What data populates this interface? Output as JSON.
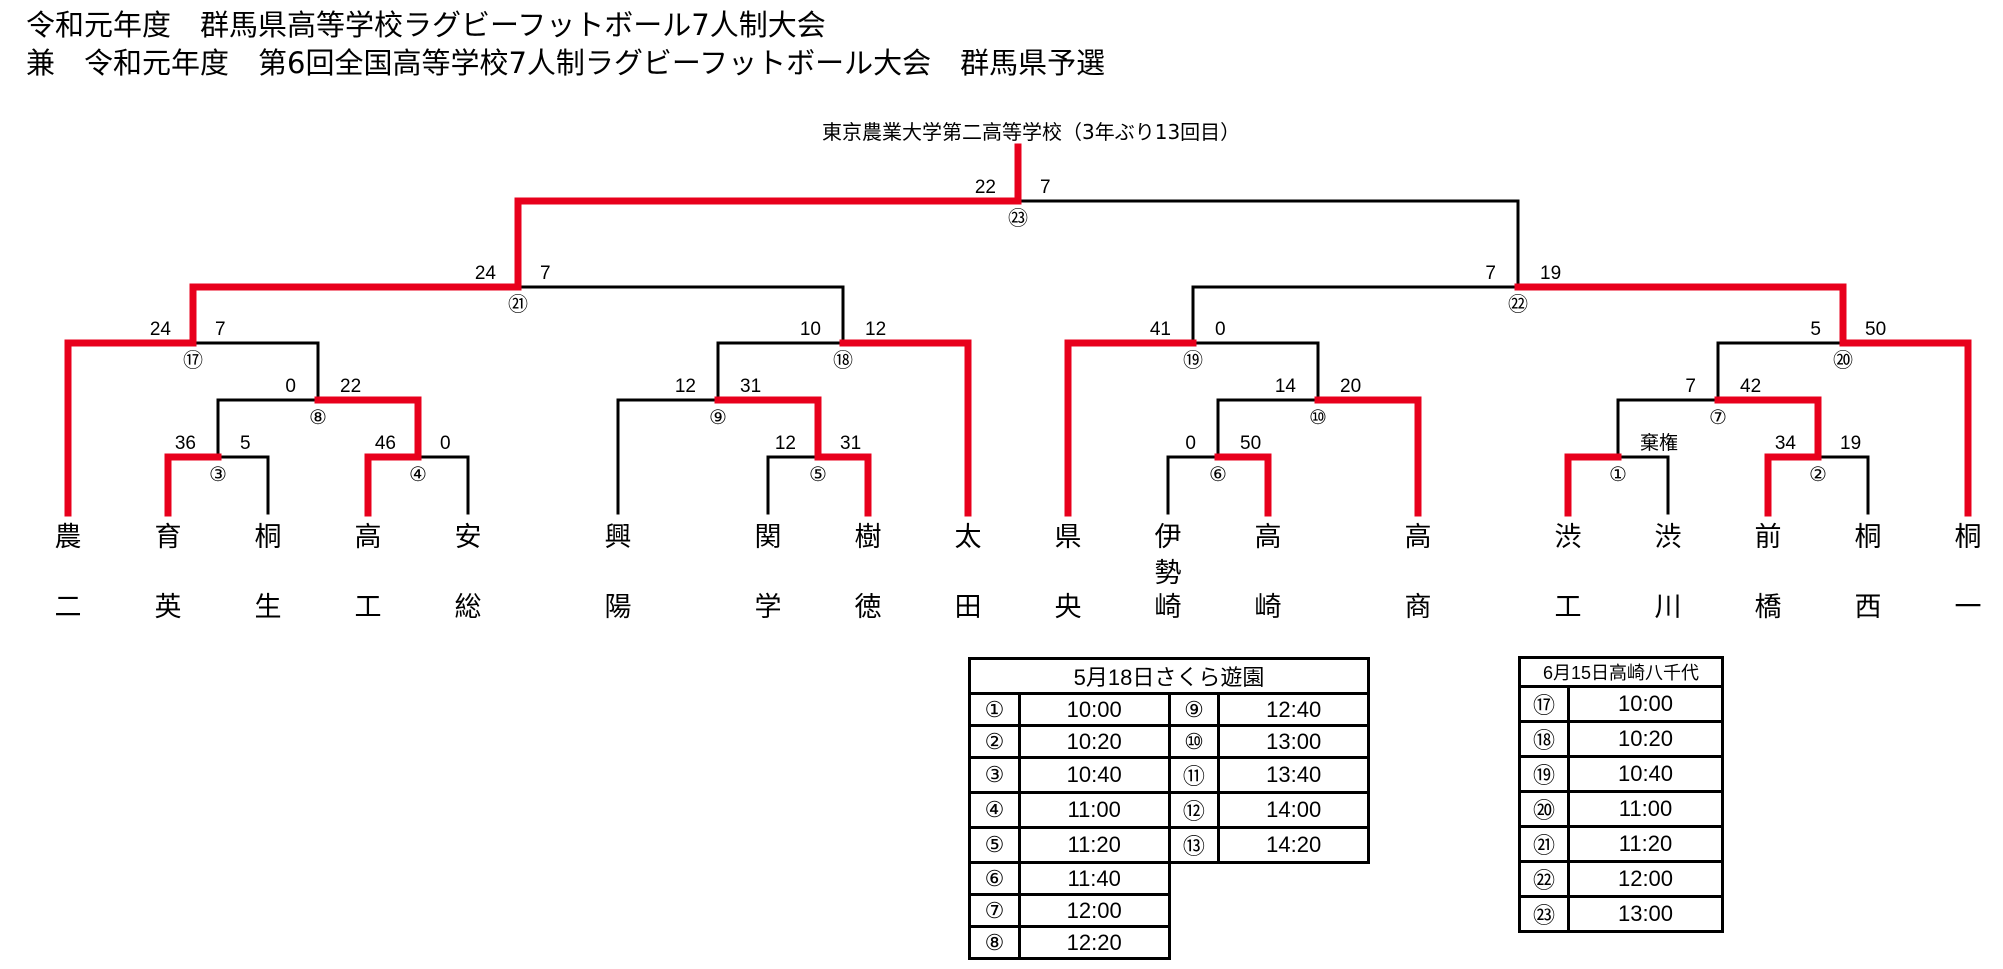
{
  "title": {
    "line1": "令和元年度　群馬県高等学校ラグビーフットボール7人制大会",
    "line2": "兼　令和元年度　第6回全国高等学校7人制ラグビーフットボール大会　群馬県予選"
  },
  "champion": "東京農業大学第二高等学校（3年ぶり13回目）",
  "colors": {
    "winner_line": "#e8001c",
    "loser_line": "#000000"
  },
  "teams": [
    {
      "top": "農",
      "bottom": "二"
    },
    {
      "top": "育",
      "bottom": "英"
    },
    {
      "top": "桐",
      "bottom": "生"
    },
    {
      "top": "高",
      "bottom": "工"
    },
    {
      "top": "安",
      "bottom": "総"
    },
    {
      "top": "興",
      "bottom": "陽"
    },
    {
      "top": "関",
      "bottom": "学"
    },
    {
      "top": "樹",
      "bottom": "徳"
    },
    {
      "top": "太",
      "bottom": "田"
    },
    {
      "top": "県",
      "bottom": "央"
    },
    {
      "top": "伊",
      "middle": "勢",
      "bottom": "崎"
    },
    {
      "top": "高",
      "bottom": "崎"
    },
    {
      "top": "高",
      "bottom": "商"
    },
    {
      "top": "渋",
      "bottom": "工"
    },
    {
      "top": "渋",
      "bottom": "川"
    },
    {
      "top": "前",
      "bottom": "橋"
    },
    {
      "top": "桐",
      "bottom": "西"
    },
    {
      "top": "桐",
      "bottom": "一"
    }
  ],
  "matches": [
    {
      "id": 3,
      "label": "③",
      "left": "t1",
      "right": "t2",
      "score_left": "36",
      "score_right": "5",
      "winner": "left"
    },
    {
      "id": 4,
      "label": "④",
      "left": "t3",
      "right": "t4",
      "score_left": "46",
      "score_right": "0",
      "winner": "left"
    },
    {
      "id": 5,
      "label": "⑤",
      "left": "t6",
      "right": "t7",
      "score_left": "12",
      "score_right": "31",
      "winner": "right"
    },
    {
      "id": 6,
      "label": "⑥",
      "left": "t10",
      "right": "t11",
      "score_left": "0",
      "score_right": "50",
      "winner": "right"
    },
    {
      "id": 1,
      "label": "①",
      "left": "t13",
      "right": "t14",
      "score_left": "",
      "score_right": "棄権",
      "winner": "left"
    },
    {
      "id": 2,
      "label": "②",
      "left": "t15",
      "right": "t16",
      "score_left": "34",
      "score_right": "19",
      "winner": "left"
    },
    {
      "id": 8,
      "label": "⑧",
      "left": "m3",
      "right": "m4",
      "score_left": "0",
      "score_right": "22",
      "winner": "right"
    },
    {
      "id": 9,
      "label": "⑨",
      "left": "t5",
      "right": "m5",
      "score_left": "12",
      "score_right": "31",
      "winner": "right"
    },
    {
      "id": 10,
      "label": "⑩",
      "left": "m6",
      "right": "t12",
      "score_left": "14",
      "score_right": "20",
      "winner": "right"
    },
    {
      "id": 7,
      "label": "⑦",
      "left": "m1",
      "right": "m2",
      "score_left": "7",
      "score_right": "42",
      "winner": "right"
    },
    {
      "id": 17,
      "label": "⑰",
      "left": "t0",
      "right": "m8",
      "score_left": "24",
      "score_right": "7",
      "winner": "left"
    },
    {
      "id": 18,
      "label": "⑱",
      "left": "m9",
      "right": "t8",
      "score_left": "10",
      "score_right": "12",
      "winner": "right"
    },
    {
      "id": 19,
      "label": "⑲",
      "left": "t9",
      "right": "m10",
      "score_left": "41",
      "score_right": "0",
      "winner": "left"
    },
    {
      "id": 20,
      "label": "⑳",
      "left": "m7",
      "right": "t17",
      "score_left": "5",
      "score_right": "50",
      "winner": "right"
    },
    {
      "id": 21,
      "label": "㉑",
      "left": "m17",
      "right": "m18",
      "score_left": "24",
      "score_right": "7",
      "winner": "left"
    },
    {
      "id": 22,
      "label": "㉒",
      "left": "m19",
      "right": "m20",
      "score_left": "7",
      "score_right": "19",
      "winner": "right"
    },
    {
      "id": 23,
      "label": "㉓",
      "left": "m21",
      "right": "m22",
      "score_left": "22",
      "score_right": "7",
      "winner": "left"
    }
  ],
  "schedules": [
    {
      "heading": "5月18日さくら遊園",
      "columns": [
        [
          {
            "match": "①",
            "time": "10:00"
          },
          {
            "match": "②",
            "time": "10:20"
          },
          {
            "match": "③",
            "time": "10:40"
          },
          {
            "match": "④",
            "time": "11:00"
          },
          {
            "match": "⑤",
            "time": "11:20"
          },
          {
            "match": "⑥",
            "time": "11:40"
          },
          {
            "match": "⑦",
            "time": "12:00"
          },
          {
            "match": "⑧",
            "time": "12:20"
          }
        ],
        [
          {
            "match": "⑨",
            "time": "12:40"
          },
          {
            "match": "⑩",
            "time": "13:00"
          },
          {
            "match": "⑪",
            "time": "13:40"
          },
          {
            "match": "⑫",
            "time": "14:00"
          },
          {
            "match": "⑬",
            "time": "14:20"
          }
        ]
      ]
    },
    {
      "heading": "6月15日高崎八千代",
      "rows": [
        {
          "match": "⑰",
          "time": "10:00"
        },
        {
          "match": "⑱",
          "time": "10:20"
        },
        {
          "match": "⑲",
          "time": "10:40"
        },
        {
          "match": "⑳",
          "time": "11:00"
        },
        {
          "match": "㉑",
          "time": "11:20"
        },
        {
          "match": "㉒",
          "time": "12:00"
        },
        {
          "match": "㉓",
          "time": "13:00"
        }
      ]
    }
  ]
}
